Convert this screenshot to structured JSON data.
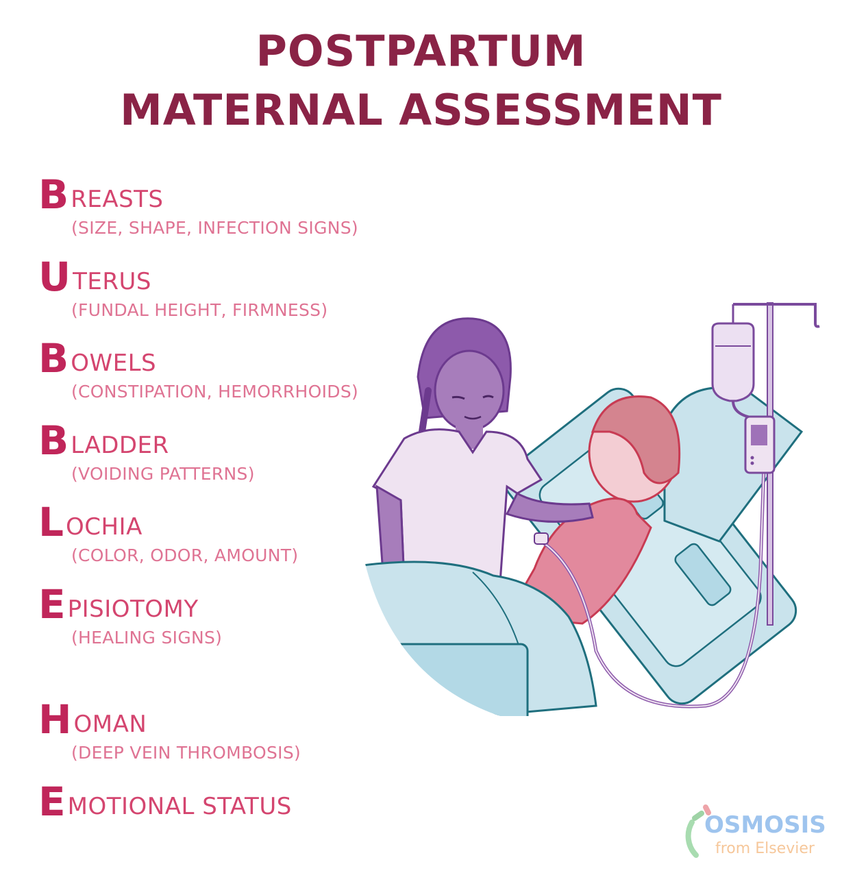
{
  "title": {
    "line1": "POSTPARTUM",
    "line2": "MATERNAL ASSESSMENT"
  },
  "mnemonic": [
    {
      "letter": "B",
      "rest": "REASTS",
      "detail": "(SIZE, SHAPE, INFECTION SIGNS)"
    },
    {
      "letter": "U",
      "rest": "TERUS",
      "detail": "(FUNDAL HEIGHT, FIRMNESS)"
    },
    {
      "letter": "B",
      "rest": "OWELS",
      "detail": "(CONSTIPATION, HEMORRHOIDS)"
    },
    {
      "letter": "B",
      "rest": "LADDER",
      "detail": "(VOIDING PATTERNS)"
    },
    {
      "letter": "L",
      "rest": "OCHIA",
      "detail": "(COLOR, ODOR, AMOUNT)"
    },
    {
      "letter": "E",
      "rest": "PISIOTOMY",
      "detail": "(HEALING SIGNS)"
    },
    {
      "letter": "H",
      "rest": "OMAN",
      "detail": "(DEEP VEIN THROMBOSIS)"
    },
    {
      "letter": "E",
      "rest": "MOTIONAL STATUS",
      "detail": ""
    }
  ],
  "illustration": {
    "description": "Nurse with purple skin and braids, hand on shoulder of a postpartum patient in red gown reclining in a light-blue hospital bed, with an IV pole, IV bag and infusion pump",
    "icon": "nurse-patient-illustration"
  },
  "logo": {
    "brand": "OSMOSIS",
    "tagline": "from Elsevier"
  },
  "colors": {
    "title": "#8a2346",
    "letter": "#c0265a",
    "word": "#d4456f",
    "detail": "#df7393",
    "bed": "#c9e3ec",
    "bed_outline": "#1f6f7e",
    "nurse": "#a77dbb",
    "scrubs": "#efe3f1",
    "patient_gown": "#e2899d",
    "logo_blue": "#9ec4ee",
    "logo_orange": "#f6c79a"
  }
}
